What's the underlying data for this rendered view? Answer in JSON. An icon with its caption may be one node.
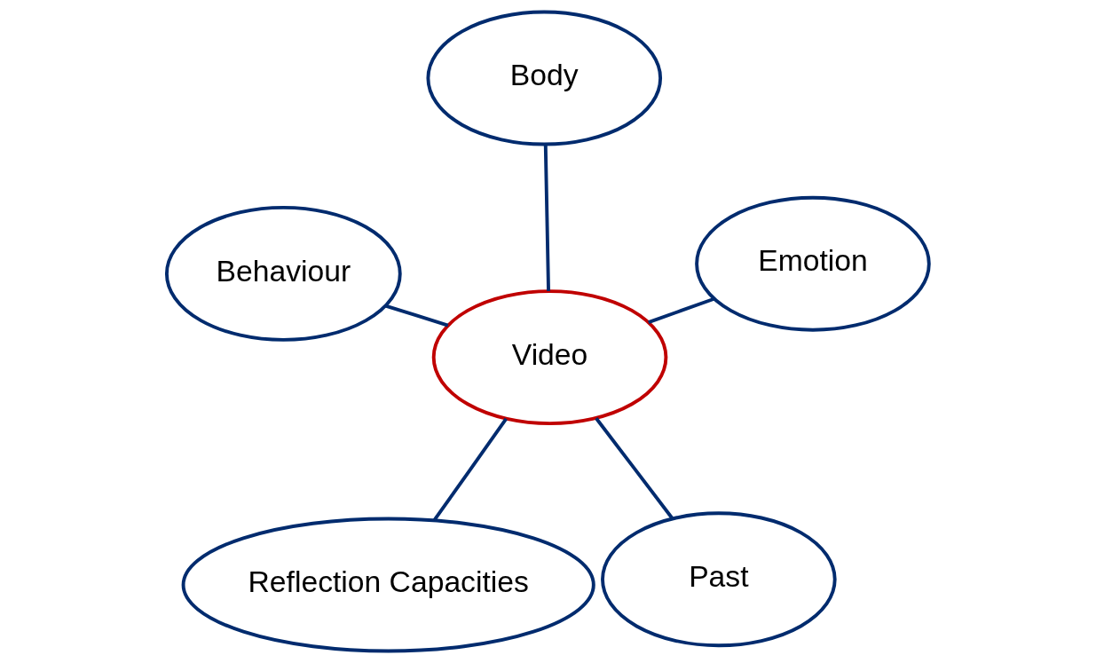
{
  "diagram": {
    "nodes": [
      {
        "text": [
          "Reflection Capacities"
        ]
      },
      {
        "text": [
          "Past"
        ]
      },
      {
        "text": [
          "Video"
        ]
      },
      {
        "text": [
          "Body"
        ]
      },
      {
        "text": [
          "Emotion"
        ]
      },
      {
        "text": [
          "Behaviour"
        ]
      }
    ],
    "edges": [
      {
        "from": 2,
        "to": 0,
        "arrow": "none"
      },
      {
        "from": 2,
        "to": 1,
        "arrow": "none"
      },
      {
        "from": 2,
        "to": 3,
        "arrow": "none"
      },
      {
        "from": 2,
        "to": 4,
        "arrow": "none"
      },
      {
        "from": 2,
        "to": 5,
        "arrow": "none"
      }
    ]
  }
}
